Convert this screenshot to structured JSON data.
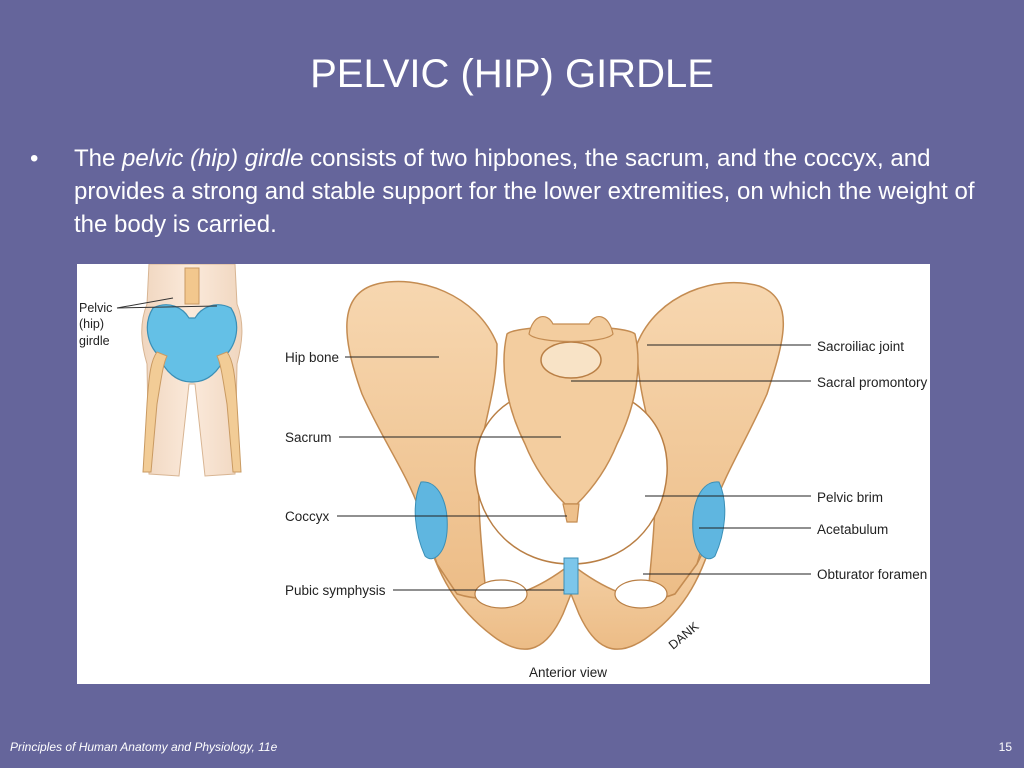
{
  "slide": {
    "title": "PELVIC (HIP) GIRDLE",
    "bullet": {
      "marker": "•",
      "text_before": "The ",
      "text_italic": "pelvic (hip) girdle",
      "text_after": " consists of two hipbones, the sacrum, and the coccyx, and provides a strong and stable support  for the lower extremities, on which the weight of the body is carried."
    }
  },
  "figure": {
    "inset_label": [
      "Pelvic",
      "(hip)",
      "girdle"
    ],
    "labels_left": [
      "Hip bone",
      "Sacrum",
      "Coccyx",
      "Pubic symphysis"
    ],
    "labels_right": [
      "Sacroiliac joint",
      "Sacral promontory",
      "Pelvic brim",
      "Acetabulum",
      "Obturator foramen"
    ],
    "caption": "Anterior view",
    "signature": "DANK",
    "colors": {
      "bone": "#f1c89a",
      "bone_dark": "#d9a56f",
      "cartilage": "#5fb6e0",
      "inset_bone": "#64c0e6"
    }
  },
  "footer": {
    "source": "Principles of Human Anatomy and Physiology, 11e",
    "page_number": "15"
  }
}
